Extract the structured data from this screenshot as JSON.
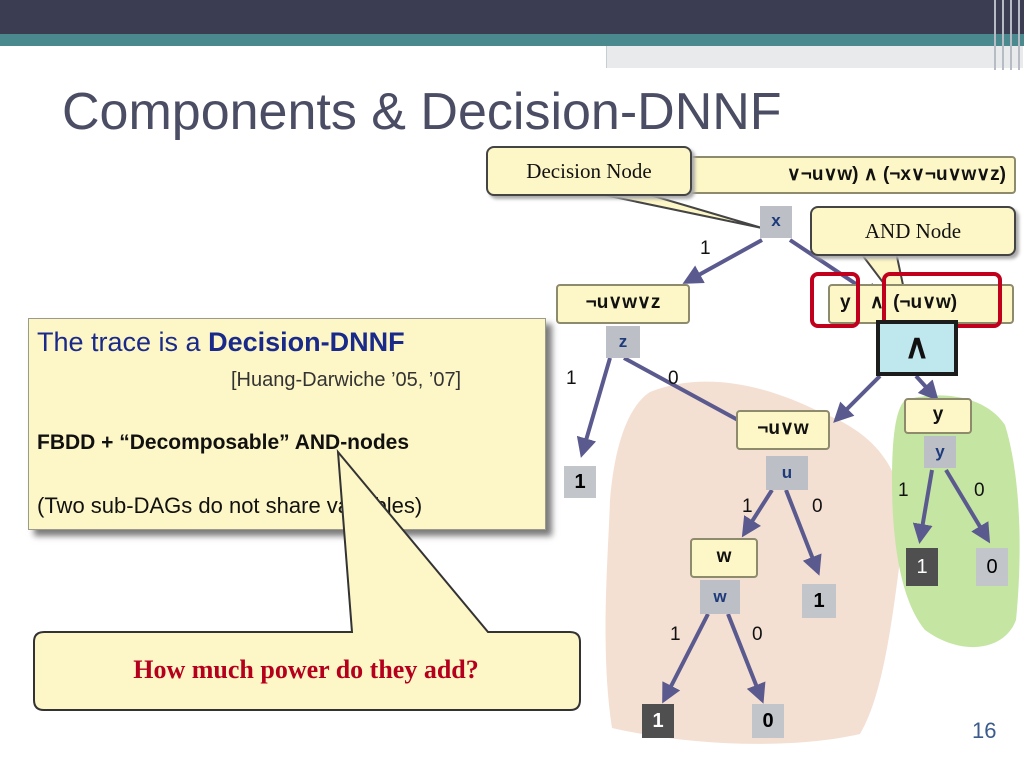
{
  "slide": {
    "title": "Components & Decision-DNNF",
    "number": "16"
  },
  "diagram": {
    "formula_top": "∨¬u∨w) ∧ (¬x∨¬u∨w∨z)",
    "decision_callout": "Decision Node",
    "and_callout": "AND Node",
    "root_var": "x",
    "root_edge_one": "1",
    "left_formula": "¬u∨w∨z",
    "z_var": "z",
    "z_edge_one": "1",
    "z_edge_zero": "0",
    "z_leaf": "1",
    "and_formula": {
      "y": "y",
      "op": "∧",
      "rest": "(¬u∨w)"
    },
    "and_symbol": "∧",
    "y_formula": "y",
    "y_var": "y",
    "y_edge_one": "1",
    "y_edge_zero": "0",
    "y_leaf_one": "1",
    "y_leaf_zero": "0",
    "uw_formula": "¬u∨w",
    "u_var": "u",
    "u_edge_one": "1",
    "u_edge_zero": "0",
    "u_leaf": "1",
    "w_formula": "w",
    "w_var": "w",
    "w_edge_one": "1",
    "w_edge_zero": "0",
    "w_leaf_one": "1",
    "w_leaf_zero": "0"
  },
  "textbox": {
    "line1_prefix": "The trace is a ",
    "line1_bold": "Decision-DNNF",
    "citation": "[Huang-Darwiche ’05, ’07]",
    "line2_a": "FBDD + “Decomposable",
    "line2_b": "” AND-nodes",
    "line3": "(Two sub-DAGs do not share variables)"
  },
  "bubble": {
    "text": "How much power do they add?"
  },
  "colors": {
    "node_fill": "#fdf6c6",
    "var_box": "#bcc0c6",
    "edge": "#5b5a8e",
    "highlight": "#c0001c",
    "left_region": "#f4dfd3",
    "right_region": "#c5e5a3",
    "bubble_text": "#b5001d"
  }
}
